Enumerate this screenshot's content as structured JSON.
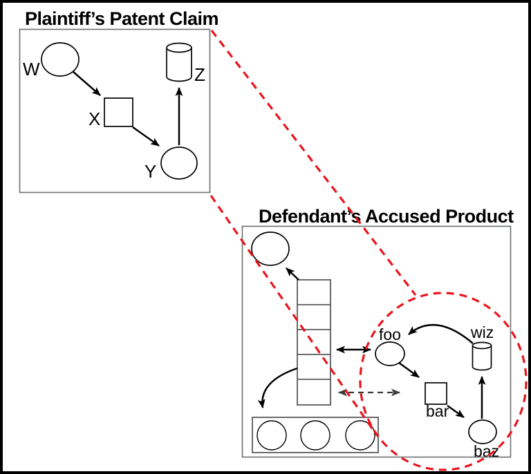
{
  "figure": {
    "kind": "patent-claim-mapping-diagram",
    "background": "#ffffff",
    "border_color": "#000000",
    "mapping_color": "#e8141c",
    "shape_outline_color": "#000000",
    "container_outline_color": "#58595b"
  },
  "plaintiff": {
    "title": "Plaintiff’s Patent Claim",
    "nodes": [
      {
        "label": "W",
        "shape": "ellipse"
      },
      {
        "label": "X",
        "shape": "square"
      },
      {
        "label": "Y",
        "shape": "ellipse"
      },
      {
        "label": "Z",
        "shape": "cylinder"
      }
    ],
    "edges": [
      "W→X",
      "X→Y",
      "Y→Z"
    ]
  },
  "defendant": {
    "title": "Defendant’s Accused Product",
    "nodes": [
      {
        "label": "foo",
        "shape": "ellipse"
      },
      {
        "label": "bar",
        "shape": "square"
      },
      {
        "label": "baz",
        "shape": "ellipse"
      },
      {
        "label": "wiz",
        "shape": "cylinder"
      }
    ],
    "unlabeled_shapes": [
      "ellipse",
      "stack of 5 cells",
      "tray with 3 circles"
    ],
    "edges": [
      "wiz→foo",
      "foo→bar",
      "bar→baz",
      "baz→wiz",
      "stack→ellipse",
      "stack↔foo",
      "stack↔bar (dashed)",
      "stack→tray"
    ]
  },
  "mapping": {
    "style": "red dashed ellipse with two dashed leader lines",
    "from": "Plaintiff’s Patent Claim box",
    "to": "foo/bar/baz/wiz subset of Defendant’s Accused Product"
  }
}
